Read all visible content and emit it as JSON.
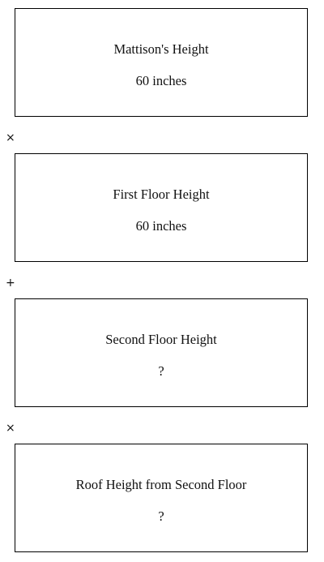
{
  "boxes": [
    {
      "title": "Mattison's Height",
      "value": "60 inches"
    },
    {
      "title": "First Floor Height",
      "value": "60 inches"
    },
    {
      "title": "Second Floor Height",
      "value": "?"
    },
    {
      "title": "Roof Height from Second Floor",
      "value": "?"
    }
  ],
  "operators": [
    "×",
    "+",
    "×"
  ]
}
